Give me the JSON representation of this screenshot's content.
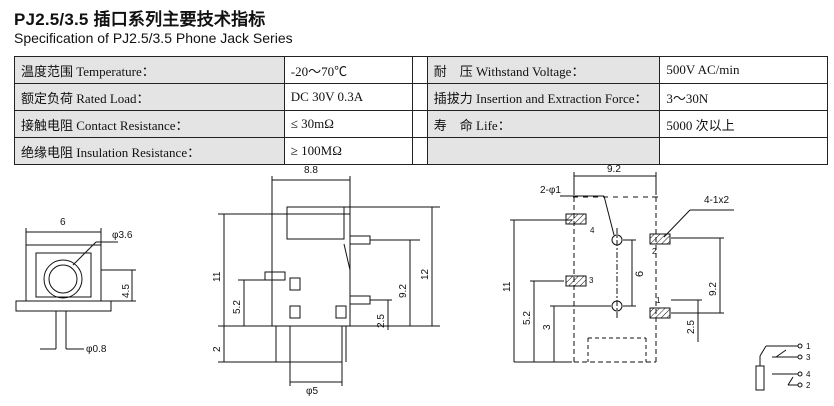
{
  "title": "PJ2.5/3.5 插口系列主要技术指标",
  "subtitle": "Specification of PJ2.5/3.5 Phone Jack Series",
  "spec_rows": [
    {
      "label": "温度范围 Temperature：",
      "value": "-20～70℃",
      "label2": "耐　压 Withstand Voltage：",
      "value2": "500V AC/min"
    },
    {
      "label": "额定负荷 Rated Load：",
      "value": "DC 30V 0.3A",
      "label2": "插拔力 Insertion and Extraction Force：",
      "value2": "3～30N"
    },
    {
      "label": "接触电阻 Contact Resistance：",
      "value": "≤ 30mΩ",
      "label2": "寿　命 Life：",
      "value2": "5000 次以上"
    },
    {
      "label": "绝缘电阻 Insulation Resistance：",
      "value": "≥ 100MΩ",
      "label2": "",
      "value2": ""
    }
  ],
  "drawing": {
    "front": {
      "width": "6",
      "hole_dia": "φ3.6",
      "height": "4.5",
      "pin_dia": "φ0.8"
    },
    "side": {
      "top_width": "8.8",
      "overall_h": "11",
      "pin_h": "5.2",
      "base_h": "2",
      "inner_h": "9.2",
      "total_h": "12",
      "pin_pitch": "2.5",
      "bottom_dia": "φ5"
    },
    "pcb": {
      "width": "9.2",
      "hole_label": "2-φ1",
      "pad_label": "4-1x2",
      "pitch_v": "6",
      "overall_h": "11",
      "left_h": "5.2",
      "low_h": "3",
      "right_h": "9.2",
      "right_pitch": "2.5",
      "pad_numbers": [
        "4",
        "2",
        "3",
        "1"
      ]
    },
    "schematic_pins": [
      "1",
      "3",
      "4",
      "2"
    ]
  }
}
